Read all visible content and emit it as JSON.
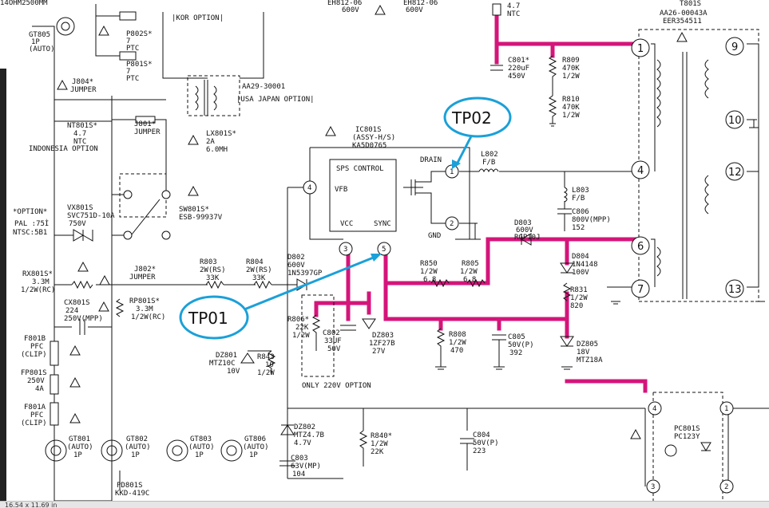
{
  "title_labels": {
    "kor_option": "|KOR OPTION|",
    "usa_japan": "|USA JAPAN OPTION|",
    "aa29": "AA29-30001",
    "indonesia": "INDONESIA OPTION",
    "only220": "ONLY 220V OPTION",
    "option": "*OPTION*",
    "pal": "PAL :75Ì",
    "ntsc": "NTSC:5B1"
  },
  "ic": {
    "name": "IC801S",
    "sub": "(ASSY-H/S)",
    "part": "KA5D0765",
    "block_label": "SPS CONTROL",
    "pins": {
      "vfb": "VFB",
      "vcc": "VCC",
      "sync": "SYNC",
      "gnd": "GND",
      "drain": "DRAIN"
    }
  },
  "pins": [
    "1",
    "2",
    "3",
    "4",
    "5"
  ],
  "test_points": {
    "tp01": "TP01",
    "tp02": "TP02"
  },
  "transformer": {
    "name": "T801S",
    "part": "AA26-00043A",
    "sub": "EER354511",
    "pins": [
      "1",
      "4",
      "6",
      "7",
      "9",
      "10",
      "12",
      "13"
    ]
  },
  "components": {
    "gt805": [
      "GT805",
      "1P",
      "(AUTO)"
    ],
    "p802s": [
      "P802S*",
      "7",
      "PTC"
    ],
    "p801s": [
      "P801S*",
      "7",
      "PTC"
    ],
    "j804": [
      "J804*",
      "JUMPER"
    ],
    "nt801": [
      "NT801S*",
      "4.7",
      "NTC"
    ],
    "j801": [
      "J801*",
      "JUMPER"
    ],
    "lx801": [
      "LX801S*",
      "2A",
      "6.0MH"
    ],
    "vx801": [
      "VX801S",
      "SVC751D-10A",
      "750V"
    ],
    "sw801": [
      "SW801S*",
      "ESB-99937V"
    ],
    "rx801": [
      "RX801S*",
      "3.3M",
      "1/2W(RC)"
    ],
    "j802": [
      "J802*",
      "JUMPER"
    ],
    "cx801": [
      "CX801S",
      "224",
      "250V(MPP)"
    ],
    "rp801": [
      "RP801S*",
      "3.3M",
      "1/2W(RC)"
    ],
    "f801b": [
      "F801B",
      "PFC",
      "(CLIP)"
    ],
    "fp801": [
      "FP801S",
      "250V",
      "4A"
    ],
    "f801a": [
      "F801A",
      "PFC",
      "(CLIP)"
    ],
    "gt801": [
      "GT801",
      "(AUTO)",
      "1P"
    ],
    "gt802": [
      "GT802",
      "(AUTO)",
      "1P"
    ],
    "gt803": [
      "GT803",
      "(AUTO)",
      "1P"
    ],
    "gt806": [
      "GT806",
      "(AUTO)",
      "1P"
    ],
    "pd801": [
      "PD801S",
      "KKD-419C"
    ],
    "r803": [
      "R803",
      "2W(RS)",
      "33K"
    ],
    "r804": [
      "R804",
      "2W(RS)",
      "33K"
    ],
    "d802": [
      "D802",
      "600V",
      "1N5397GP"
    ],
    "r806": [
      "R806*",
      "22K",
      "1/2W"
    ],
    "c802": [
      "C802",
      "33UF",
      "50V"
    ],
    "dz803": [
      "DZ803",
      "1ZF27B",
      "27V"
    ],
    "dz801": [
      "DZ801",
      "MTZ10C",
      "10V"
    ],
    "r843": [
      "R843",
      "10",
      "1/2W"
    ],
    "r850": [
      "R850",
      "1/2W",
      "6.8"
    ],
    "r805": [
      "R805",
      "1/2W",
      "6.8"
    ],
    "r808": [
      "R808",
      "1/2W",
      "470"
    ],
    "c805": [
      "C805",
      "50V(P)",
      "392"
    ],
    "d803": [
      "D803",
      "600V",
      "RGP10J"
    ],
    "d804": [
      "D804",
      "1N4148",
      "100V"
    ],
    "r831": [
      "R831",
      "1/2W",
      "820"
    ],
    "dz805": [
      "DZ805",
      "18V",
      "MTZ18A"
    ],
    "c801": [
      "C801*",
      "220uF",
      "450V"
    ],
    "r809": [
      "R809",
      "470K",
      "1/2W"
    ],
    "r810": [
      "R810",
      "470K",
      "1/2W"
    ],
    "l802": [
      "L802",
      "F/B"
    ],
    "l803": [
      "L803",
      "F/B"
    ],
    "c806": [
      "C806",
      "800V(MPP)",
      "152"
    ],
    "dz802": [
      "DZ802",
      "MTZ4.7B",
      "4.7V"
    ],
    "c803": [
      "C803",
      "63V(MP)",
      "104"
    ],
    "r840": [
      "R840*",
      "1/2W",
      "22K"
    ],
    "c804": [
      "C804",
      "50V(P)",
      "223"
    ],
    "pc801": [
      "PC801S",
      "PC123Y"
    ],
    "ntc_top": [
      "4.7",
      "NTC"
    ],
    "top_cut": [
      "EH812-06",
      "600V",
      "EH812-06",
      "600V",
      "14OHM2500MM"
    ]
  },
  "status_bar": "16.54 x 11.69 in",
  "colors": {
    "power_trace": "#d4157a",
    "test_point": "#1ba0d8"
  }
}
